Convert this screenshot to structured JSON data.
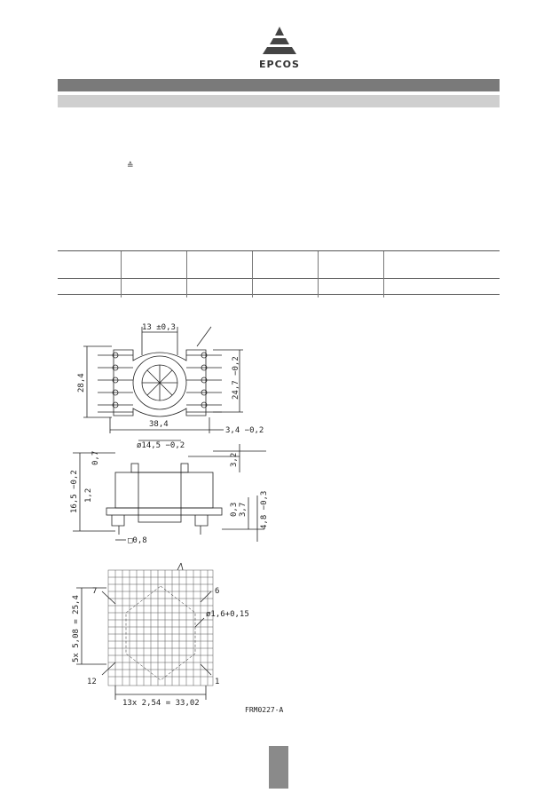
{
  "logo": {
    "text": "EPCOS"
  },
  "glyph": {
    "symbol": "≙"
  },
  "drawing": {
    "top_view": {
      "dim_top": "13 ±0,3",
      "dim_left": "28,4",
      "dim_right": "24,7 −0,2",
      "dim_bottom": "38,4",
      "dim_bottom_right": "3,4 −0,2"
    },
    "side_view": {
      "dim_diameter": "ø14,5 −0,2",
      "dim_a": "0,7",
      "dim_b": "16,5 −0,2",
      "dim_c": "1,2",
      "dim_d": "3,2",
      "dim_e": "0,3",
      "dim_f": "3,7",
      "dim_g": "4,8 −0,3",
      "dim_pin": "□0,8"
    },
    "pcb_layout": {
      "pin_7": "7",
      "pin_6": "6",
      "pin_12": "12",
      "pin_1": "1",
      "dim_hole": "ø1,6+0,15",
      "dim_vertical": "5x 5,08 = 25,4",
      "dim_horizontal": "13x 2,54 = 33,02"
    },
    "ref_code": "FRM0227-A"
  }
}
